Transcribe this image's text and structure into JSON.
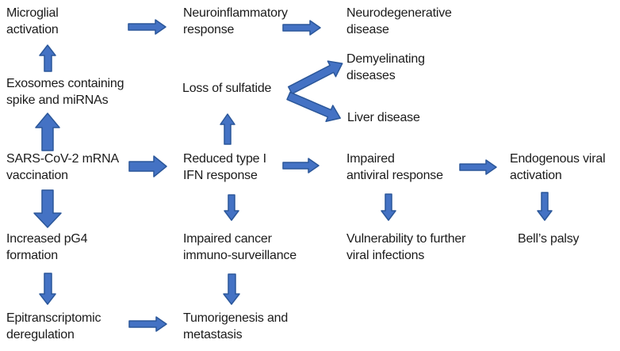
{
  "diagram": {
    "background_color": "#ffffff",
    "text_color": "#1b1b1b",
    "arrow_fill": "#4472C4",
    "arrow_stroke": "#2B579A",
    "nodes": {
      "microglial_activation": {
        "label": "Microglial\nactivation"
      },
      "neuroinflammatory": {
        "label": "Neuroinflammatory\nresponse"
      },
      "neurodegenerative": {
        "label": "Neurodegenerative\ndisease"
      },
      "exosomes": {
        "label": "Exosomes containing\nspike and miRNAs"
      },
      "loss_of_sulfatide": {
        "label": "Loss of sulfatide"
      },
      "demyelinating": {
        "label": "Demyelinating\ndiseases"
      },
      "liver_disease": {
        "label": "Liver disease"
      },
      "sars_vaccination": {
        "label": "SARS-CoV-2 mRNA\nvaccination"
      },
      "reduced_ifn": {
        "label": "Reduced type I\nIFN response"
      },
      "impaired_antiviral": {
        "label": "Impaired\nantiviral response"
      },
      "endogenous_viral": {
        "label": "Endogenous viral\nactivation"
      },
      "increased_pg4": {
        "label": "Increased pG4\nformation"
      },
      "impaired_cancer": {
        "label": "Impaired cancer\nimmuno-surveillance"
      },
      "vulnerability": {
        "label": "Vulnerability to further\nviral infections"
      },
      "bells_palsy": {
        "label": "Bell’s palsy"
      },
      "epitranscriptomic": {
        "label": "Epitranscriptomic\nderegulation"
      },
      "tumorigenesis": {
        "label": "Tumorigenesis and\nmetastasis"
      }
    },
    "edges": [
      {
        "from": "exosomes",
        "to": "microglial_activation",
        "weight": "thin"
      },
      {
        "from": "microglial_activation",
        "to": "neuroinflammatory",
        "weight": "thin"
      },
      {
        "from": "neuroinflammatory",
        "to": "neurodegenerative",
        "weight": "thin"
      },
      {
        "from": "sars_vaccination",
        "to": "exosomes",
        "weight": "thick"
      },
      {
        "from": "sars_vaccination",
        "to": "reduced_ifn",
        "weight": "thick"
      },
      {
        "from": "sars_vaccination",
        "to": "increased_pg4",
        "weight": "thick"
      },
      {
        "from": "reduced_ifn",
        "to": "loss_of_sulfatide",
        "weight": "thin"
      },
      {
        "from": "loss_of_sulfatide",
        "to": "demyelinating",
        "weight": "thin"
      },
      {
        "from": "loss_of_sulfatide",
        "to": "liver_disease",
        "weight": "thin"
      },
      {
        "from": "reduced_ifn",
        "to": "impaired_antiviral",
        "weight": "thin"
      },
      {
        "from": "impaired_antiviral",
        "to": "endogenous_viral",
        "weight": "thin"
      },
      {
        "from": "impaired_antiviral",
        "to": "vulnerability",
        "weight": "thin"
      },
      {
        "from": "endogenous_viral",
        "to": "bells_palsy",
        "weight": "thin"
      },
      {
        "from": "reduced_ifn",
        "to": "impaired_cancer",
        "weight": "thin"
      },
      {
        "from": "impaired_cancer",
        "to": "tumorigenesis",
        "weight": "thin"
      },
      {
        "from": "increased_pg4",
        "to": "epitranscriptomic",
        "weight": "thin"
      },
      {
        "from": "epitranscriptomic",
        "to": "tumorigenesis",
        "weight": "thin"
      }
    ]
  }
}
